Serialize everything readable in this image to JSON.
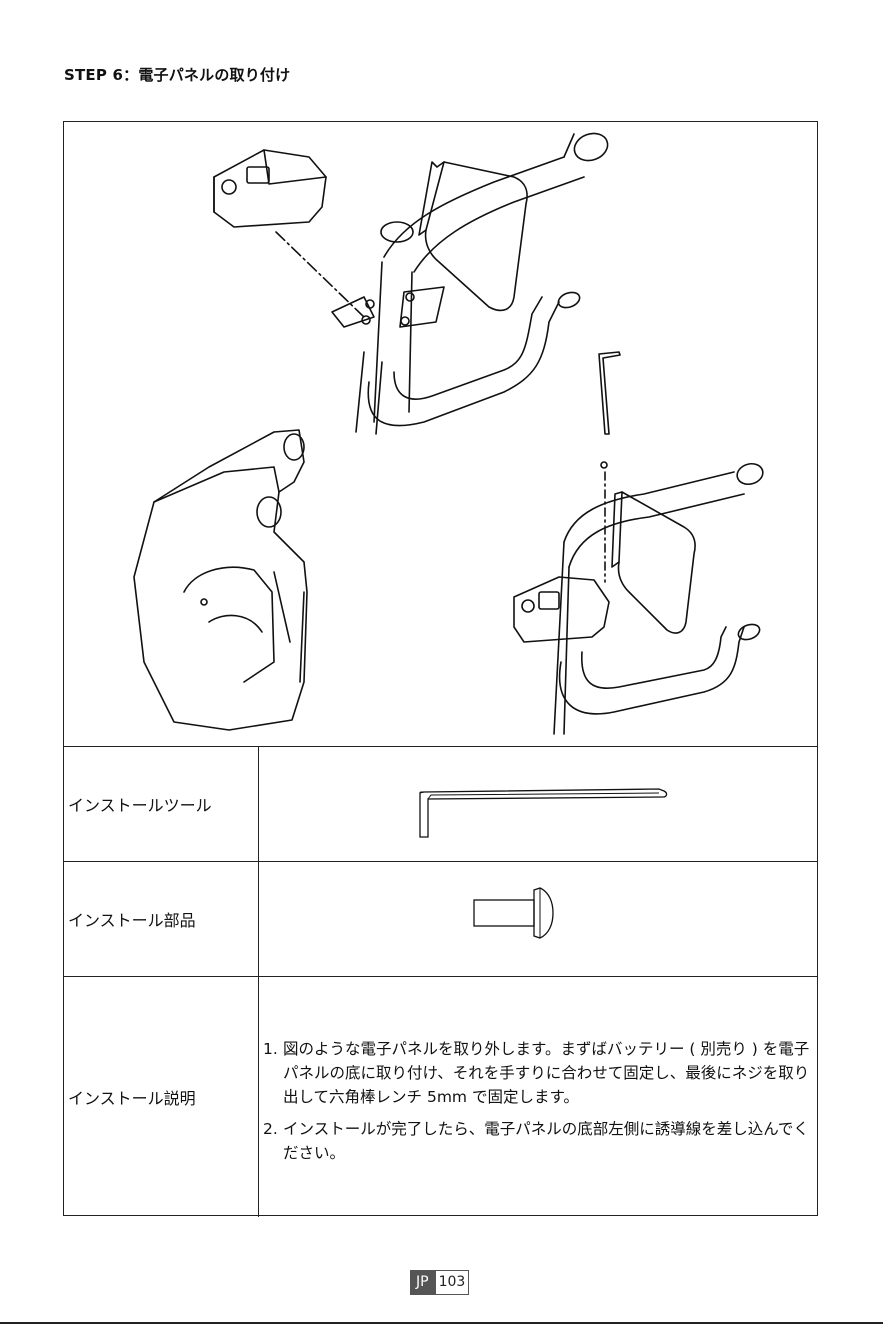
{
  "page": {
    "step_title": "STEP 6：電子パネルの取り付け"
  },
  "table": {
    "tools_label": "インストールツール",
    "parts_label": "インストール部品",
    "instructions_label": "インストール説明"
  },
  "instructions": [
    {
      "num": "1.",
      "text": "図のような電子パネルを取り外します。まずばバッテリー ( 別売り ) を電子パネルの底に取り付け、それを手すりに合わせて固定し、最後にネジを取り出して六角棒レンチ 5mm で固定します。"
    },
    {
      "num": "2.",
      "text": "インストールが完了したら、電子パネルの底部左側に誘導線を差し込んでください。"
    }
  ],
  "footer": {
    "lang": "JP",
    "page_number": "103"
  }
}
